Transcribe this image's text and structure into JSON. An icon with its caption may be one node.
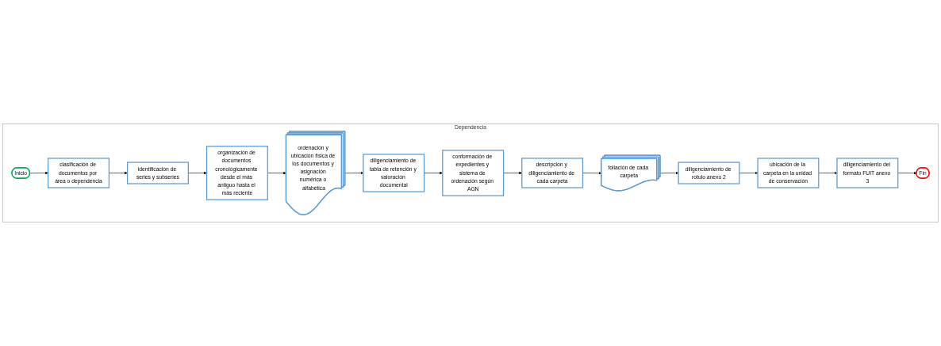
{
  "diagram": {
    "nodes": [
      {
        "text": [
          "Dependencia"
        ]
      },
      {
        "text": [
          "Inicio"
        ],
        "in": 0
      },
      {
        "text": [
          "clasificación de documentos por área o dependencia"
        ],
        "in": 0
      },
      {
        "text": [
          "identificación de series y subseries"
        ],
        "in": 0
      },
      {
        "text": [
          "organización de documentos cronológicamente desde el más antiguo hasta el más reciente"
        ],
        "in": 0
      },
      {
        "text": [
          "ordenación y ubicación física de los documentos y asignación numérica o alfabética"
        ],
        "in": 0
      },
      {
        "text": [
          "diligenciamiento de tabla de retención y valoración documental"
        ],
        "in": 0
      },
      {
        "text": [
          "conformación de expedientes y sistema de ordenación según AGN"
        ],
        "in": 0
      },
      {
        "text": [
          "descripción y diligenciamiento de cada carpeta"
        ],
        "in": 0
      },
      {
        "text": [
          "foliación de cada carpeta"
        ],
        "in": 0
      },
      {
        "text": [
          "diligenciamiento de rotulo anexo 2"
        ],
        "in": 0
      },
      {
        "text": [
          "ubicación de la carpeta en la unidad de conservación"
        ],
        "in": 0
      },
      {
        "text": [
          "diligenciamiento del formato FUIT anexo 3"
        ],
        "in": 0
      },
      {
        "text": [
          "Fin"
        ],
        "in": 0
      }
    ],
    "edges": [
      {
        "from": 1,
        "to": 2,
        "arrow": "to"
      },
      {
        "from": 2,
        "to": 3,
        "arrow": "to"
      },
      {
        "from": 3,
        "to": 4,
        "arrow": "to"
      },
      {
        "from": 4,
        "to": 5,
        "arrow": "to"
      },
      {
        "from": 5,
        "to": 6,
        "arrow": "to"
      },
      {
        "from": 6,
        "to": 7,
        "arrow": "to"
      },
      {
        "from": 7,
        "to": 8,
        "arrow": "to"
      },
      {
        "from": 8,
        "to": 9,
        "arrow": "to"
      },
      {
        "from": 9,
        "to": 10,
        "arrow": "to"
      },
      {
        "from": 10,
        "to": 11,
        "arrow": "to"
      },
      {
        "from": 11,
        "to": 12,
        "arrow": "to"
      },
      {
        "from": 12,
        "to": 13,
        "arrow": "to"
      }
    ]
  }
}
